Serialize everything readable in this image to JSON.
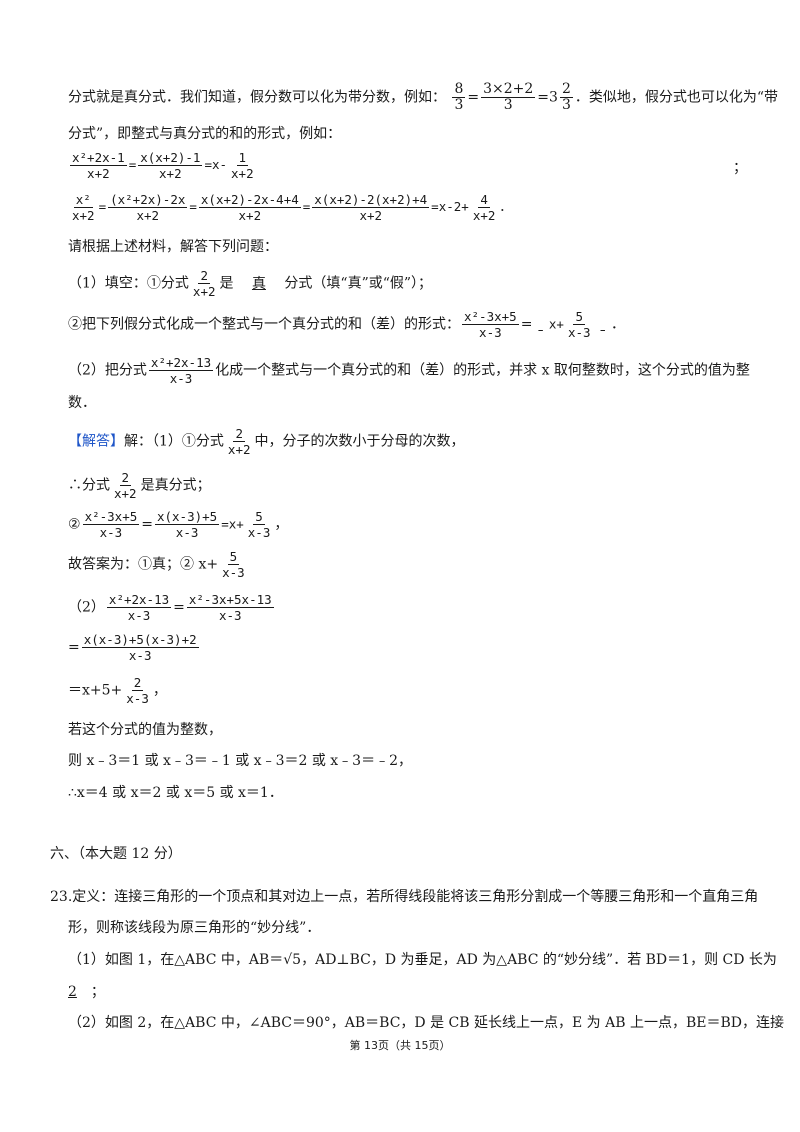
{
  "intro": {
    "l1_a": "分式就是真分式．我们知道，假分数可以化为带分数，例如：",
    "ex_num": "8",
    "ex_den": "3",
    "eq": "=",
    "ex2_num": "3×2+2",
    "ex2_den": "3",
    "ex3_whole": "3",
    "ex3_num": "2",
    "ex3_den": "3",
    "l1_b": "．类似地，假分式也可以化为“带",
    "l2": "分式”，即整式与真分式的和的形式，例如："
  },
  "examples": {
    "e1_n1": "x²+2x-1",
    "e1_d1": "x+2",
    "e1_n2": "x(x+2)-1",
    "e1_d2": "x+2",
    "e1_tail": "=x-",
    "e1_n3": "1",
    "e1_d3": "x+2",
    "semicolon": "；",
    "e2_n1": "x²",
    "e2_d1": "x+2",
    "e2_n2": "(x²+2x)-2x",
    "e2_d2": "x+2",
    "e2_n3": "x(x+2)-2x-4+4",
    "e2_d3": "x+2",
    "e2_n4": "x(x+2)-2(x+2)+4",
    "e2_d4": "x+2",
    "e2_tail": "=x-2+",
    "e2_n5": "4",
    "e2_d5": "x+2",
    "e2_end": "．"
  },
  "task": "请根据上述材料，解答下列问题：",
  "q1": {
    "a": "（1）填空：①分式",
    "num": "2",
    "den": "x+2",
    "b": "是",
    "blank": "真",
    "c": "分式（填“真”或“假”）；"
  },
  "q1b": {
    "a": "②把下列假分式化成一个整式与一个真分式的和（差）的形式：",
    "num": "x²-3x+5",
    "den": "x-3",
    "eq": "=",
    "b": "x+",
    "n2": "5",
    "d2": "x-3",
    "end": "．"
  },
  "q2": {
    "a": "（2）把分式",
    "num": "x²+2x-13",
    "den": "x-3",
    "b": "化成一个整式与一个真分式的和（差）的形式，并求 x 取何整数时，这个分式的值为整",
    "c": "数．"
  },
  "answer": {
    "tag": "【解答】",
    "l1a": "解：（1）①分式",
    "l1n": "2",
    "l1d": "x+2",
    "l1b": "中，分子的次数小于分母的次数，",
    "l2a": "∴分式",
    "l2n": "2",
    "l2d": "x+2",
    "l2b": "是真分式；",
    "l3a": "②",
    "l3n1": "x²-3x+5",
    "l3d1": "x-3",
    "l3n2": "x(x-3)+5",
    "l3d2": "x-3",
    "l3b": "=x+",
    "l3n3": "5",
    "l3d3": "x-3",
    "l3c": "，",
    "l4a": "故答案为：①真；② x+",
    "l4n": "5",
    "l4d": "x-3",
    "l5a": "（2）",
    "l5n1": "x²+2x-13",
    "l5d1": "x-3",
    "l5n2": "x²-3x+5x-13",
    "l5d2": "x-3",
    "l6n": "x(x-3)+5(x-3)+2",
    "l6d": "x-3",
    "l7a": "＝x+5+",
    "l7n": "2",
    "l7d": "x-3",
    "l7b": "，",
    "l8": "若这个分式的值为整数，",
    "l9": "则 x﹣3＝1 或 x﹣3＝﹣1 或 x﹣3＝2 或 x﹣3＝﹣2，",
    "l10": "∴x＝4 或 x＝2 或 x＝5 或 x＝1．"
  },
  "section": "六、（本大题 12 分）",
  "q23": {
    "l1": "23.定义：连接三角形的一个顶点和其对边上一点，若所得线段能将该三角形分割成一个等腰三角形和一个直角三角",
    "l2": "形，则称该线段为原三角形的“妙分线”．",
    "l3": "（1）如图 1，在△ABC 中，AB＝√5，AD⊥BC，D 为垂足，AD 为△ABC 的“妙分线”．若 BD＝1，则 CD 长为",
    "l4_blank": "2",
    "l4_end": "；",
    "l5": "（2）如图 2，在△ABC 中，∠ABC＝90°，AB＝BC，D 是 CB 延长线上一点，E 为 AB 上一点，BE＝BD，连接"
  },
  "footer": "第 13页（共 15页）"
}
